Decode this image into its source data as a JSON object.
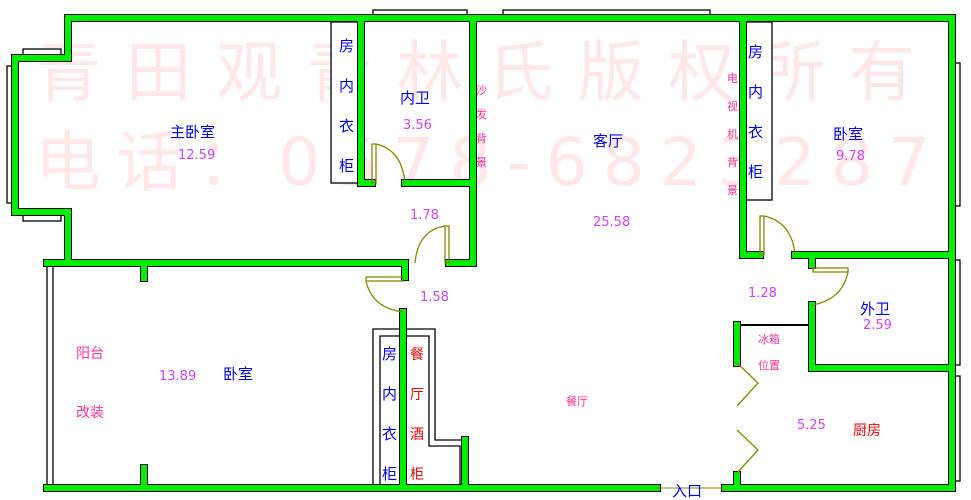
{
  "watermark": {
    "line1": "青田观青林氏版权所有",
    "line2": "电话：0578-6823287"
  },
  "rooms": {
    "master_bedroom": {
      "name": "主卧室",
      "area": "12.59"
    },
    "inner_bath": {
      "name": "内卫",
      "area": "3.56"
    },
    "living_room": {
      "name": "客厅",
      "area": "25.58"
    },
    "bedroom_ne": {
      "name": "卧室",
      "area": "9.78"
    },
    "bedroom_sw": {
      "name": "卧室",
      "area": "13.89"
    },
    "outer_bath": {
      "name": "外卫",
      "area": "2.59"
    },
    "kitchen": {
      "name": "厨房",
      "area": "5.25"
    },
    "dining": {
      "name": "餐厅"
    },
    "corridor1": {
      "area": "1.78"
    },
    "corridor2": {
      "area": "1.58"
    },
    "corridor3": {
      "area": "1.28"
    },
    "entrance": {
      "name": "入口"
    }
  },
  "labels": {
    "wardrobe": [
      "房",
      "内",
      "衣",
      "柜"
    ],
    "sofa_wall": [
      "沙",
      "发",
      "背",
      "景"
    ],
    "tv_wall": [
      "电",
      "视",
      "机",
      "背",
      "景"
    ],
    "balcony1": "阳台",
    "balcony2": "改装",
    "fridge1": "冰箱",
    "fridge2": "位置",
    "dining_cabinet": [
      "餐",
      "厅",
      "酒",
      "柜"
    ]
  },
  "colors": {
    "wall": "#00ee00",
    "label": "#0000ee",
    "area": "#cc44ff",
    "note": "#ff3399"
  }
}
